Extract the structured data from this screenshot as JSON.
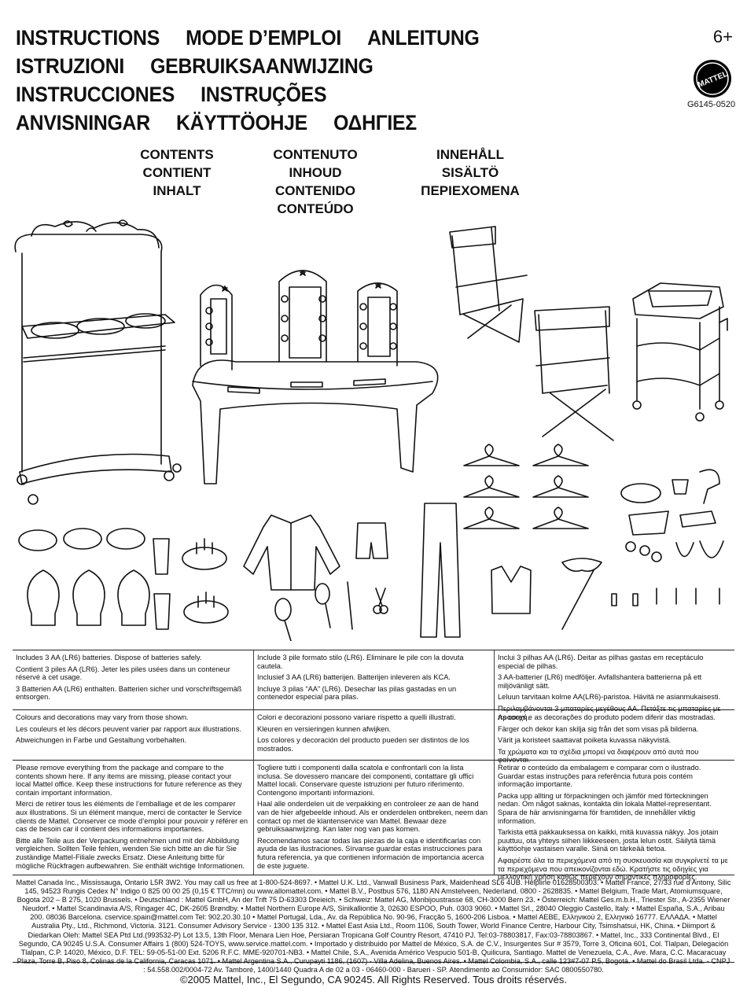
{
  "titles": [
    [
      "INSTRUCTIONS",
      "MODE D’EMPLOI",
      "ANLEITUNG"
    ],
    [
      "ISTRUZIONI",
      "GEBRUIKSAANWIJZING"
    ],
    [
      "INSTRUCCIONES",
      "INSTRUÇÕES"
    ],
    [
      "ANVISNINGAR",
      "KÄYTTÖOHJE",
      "ΟΔΗΓΙΕΣ"
    ]
  ],
  "age": "6+",
  "brand": "MATTEL",
  "product_code": "G6145-0520",
  "contents_headings": [
    [
      "CONTENTS",
      "CONTIENT",
      "INHALT"
    ],
    [
      "CONTENUTO",
      "INHOUD",
      "CONTENIDO",
      "CONTEÚDO"
    ],
    [
      "INNEHÅLL",
      "SISÄLTÖ",
      "ΠΕΡΙΕΧΟΜΕΝΑ"
    ]
  ],
  "notices": [
    {
      "columns": [
        [
          "Includes 3 AA (LR6) batteries. Dispose of batteries safely.",
          "Contient 3 piles AA (LR6). Jeter les piles usées dans un conteneur réservé à cet usage.",
          "3 Batterien AA (LR6) enthalten. Batterien sicher und vorschriftsgemäß entsorgen."
        ],
        [
          "Include 3 pile formato stilo (LR6). Eliminare le pile con la dovuta cautela.",
          "Inclusief 3 AA (LR6) batterijen. Batterijen inleveren als KCA.",
          "Incluye 3 pilas “AA” (LR6). Desechar las pilas gastadas en un contenedor especial para pilas."
        ],
        [
          "Inclui 3 pilhas AA (LR6). Deitar as pilhas gastas em receptáculo especial de pilhas.",
          "3 AA-batterier (LR6) medföljer. Avfallshantera batterierna på ett miljövänligt sätt.",
          "Leluun tarvitaan kolme AA(LR6)-paristoa. Hävitä ne asianmukaisesti.",
          "Περιλαμβάνονται 3 μπαταρίες μεγέθους ΑΑ. Πετάξτε τις μπαταρίες με προσοχή."
        ]
      ]
    },
    {
      "columns": [
        [
          "Colours and decorations may vary from those shown.",
          "Les couleurs et les décors peuvent varier par rapport aux illustrations.",
          "Abweichungen in Farbe und Gestaltung vorbehalten."
        ],
        [
          "Colori e decorazioni possono variare rispetto a quelli illustrati.",
          "Kleuren en versieringen kunnen afwijken.",
          "Los colores y decoración del producto pueden ser distintos de los mostrados."
        ],
        [
          "As cores e as decorações do produto podem diferir das mostradas.",
          "Färger och dekor kan skilja sig från det som visas på bilderna.",
          "Värit ja koristeet saattavat poiketa kuvassa näkyvistä.",
          "Τα χρώματα και τα σχέδια μπορεί να διαφέρουν από αυτά που φαίνονται."
        ]
      ]
    },
    {
      "columns": [
        [
          "Please remove everything from the package and compare to the contents shown here. If any items are missing, please contact your local Mattel office. Keep these instructions for future reference as they contain important information.",
          "Merci de retirer tous les éléments de l’emballage et de les comparer aux illustrations. Si un élément manque, merci de contacter le Service clients de Mattel. Conserver ce mode d’emploi pour pouvoir y référer en cas de besoin car il contient des informations importantes.",
          "Bitte alle Teile aus der Verpackung entnehmen und mit der Abbildung vergleichen. Sollten Teile fehlen, wenden Sie sich bitte an die für Sie zuständige Mattel-Filiale zwecks Ersatz. Diese Anleitung bitte für mögliche Rückfragen aufbewahren. Sie enthält wichtige Informationen."
        ],
        [
          "Togliere tutti i componenti dalla scatola e confrontarli con la lista inclusa. Se dovessero mancare dei componenti, contattare gli uffici Mattel locali. Conservare queste istruzioni per futuro riferimento. Contengono importanti informazioni.",
          "Haal alle onderdelen uit de verpakking en controleer ze aan de hand van de hier afgebeelde inhoud. Als er onderdelen ontbreken, neem dan contact op met de klantenservice van Mattel. Bewaar deze gebruiksaanwijzing. Kan later nog van pas komen.",
          "Recomendamos sacar todas las piezas de la caja e identificarlas con ayuda de las ilustraciones. Sírvanse guardar estas instrucciones para futura referencia, ya que contienen información de importancia acerca de este juguete."
        ],
        [
          "Retirar o conteúdo da embalagem e comparar com o ilustrado. Guardar estas instruções para referência futura pois contém informação importante.",
          "Packa upp allting ur förpackningen och jämför med förteckningen nedan. Om något saknas, kontakta din lokala Mattel-representant. Spara de här anvisningarna för framtiden, de innehåller viktig information.",
          "Tarkista että pakkauksessa on kaikki, mitä kuvassa näkyy. Jos jotain puuttuu, ota yhteys siihen liikkeeseen, josta lelun ostit. Säilytä tämä käyttöohje vastaisen varalle. Siinä on tärkeää tietoa.",
          "Αφαιρέστε όλα τα περιεχόμενα από τη συσκευασία και συγκρίνετέ τα με τα περιεχόμενα που απεικονίζονται εδώ. Κρατήστε τις οδηγίες για μελλοντική χρήση καθώς περιέχουν σημαντικές πληροφορίες."
        ]
      ]
    }
  ],
  "addresses": "Mattel Canada Inc., Mississauga, Ontario L5R 3W2. You may call us free at 1-800-524-8697. • Mattel U.K. Ltd., Vanwall Business Park, Maidenhead SL6 4UB. Helpline 01628500303. • Mattel France, 27/33 rue d’Antony, Silic 145, 94523 Rungis Cedex N° Indigo 0 825 00 00 25 (0,15 € TTC/mn) ou www.allomattel.com. • Mattel B.V., Postbus 576, 1180 AN Amstelveen, Nederland. 0800 - 2628835. • Mattel Belgium, Trade Mart, Atomiumsquare, Bogota 202 – B 275, 1020 Brussels. • Deutschland : Mattel GmbH, An der Trift 75 D-63303 Dreieich. • Schweiz: Mattel AG, Monbijoustrasse 68, CH-3000 Bern 23. • Österreich: Mattel Ges.m.b.H., Triester Str., A-2355 Wiener Neudorf. • Mattel Scandinavia A/S, Ringager 4C, DK-2605 Brøndby. • Mattel Northern Europe A/S, Sinikalliontie 3, 02630 ESPOO, Puh. 0303 9060. • Mattel Srl., 28040 Oleggio Castello, Italy. • Mattel España, S.A., Aribau 200. 08036 Barcelona. cservice.spain@mattel.com Tel: 902.20.30.10 • Mattel Portugal, Lda., Av. da República No. 90-96, Fracção 5, 1600-206 Lisboa. • Mattel AEBE, Ελληνικού 2, Ελληνικό 16777. ΕΛΛΑΔΑ. • Mattel Australia Pty., Ltd., Richmond, Victoria. 3121. Consumer Advisory Service - 1300 135 312. • Mattel East Asia Ltd., Room 1106, South Tower, World Finance Centre, Harbour City, Tsimshatsui, HK, China. • Diimport & Diedarkan Oleh: Mattel SEA Ptd Ltd.(993532-P) Lot 13.5, 13th Floor, Menara Lien Hoe, Persiaran Tropicana Golf Country Resort, 47410 PJ. Tel:03-78803817, Fax:03-78803867. • Mattel, Inc., 333 Continental Blvd., El Segundo, CA 90245 U.S.A. Consumer Affairs 1 (800) 524-TOYS, www.service.mattel.com. • Importado y distribuido por Mattel de México, S.A. de C.V., Insurgentes Sur # 3579, Torre 3, Oficina 601, Col. Tlalpan, Delegación Tlalpan, C.P. 14020, México, D.F. TEL: 59-05-51-00 Ext. 5206 R.F.C. MME-920701-NB3. • Mattel Chile, S.A., Avenida Américo Vespucio 501-B, Quilicura, Santiago. Mattel de Venezuela, C.A., Ave. Mara, C.C. Macaracuay Plaza, Torre B, Piso 8, Colinas de la California, Caracas 1071. • Mattel Argentina S.A., Curupayti 1186, (1607) - Villa Adelina, Buenos Aires. • Mattel Colombia, S.A., calle 123#7-07 P.5, Bogotá. • Mattel do Brasil Ltda. - CNPJ : 54.558.002/0004-72 Av. Tamboré, 1400/1440 Quadra A de 02 a 03 - 06460-000 - Barueri - SP. Atendimento ao Consumidor: SAC 0800550780.",
  "copyright": "©2005 Mattel, Inc., El Segundo, CA 90245. All Rights Reserved. Tous droits réservés."
}
